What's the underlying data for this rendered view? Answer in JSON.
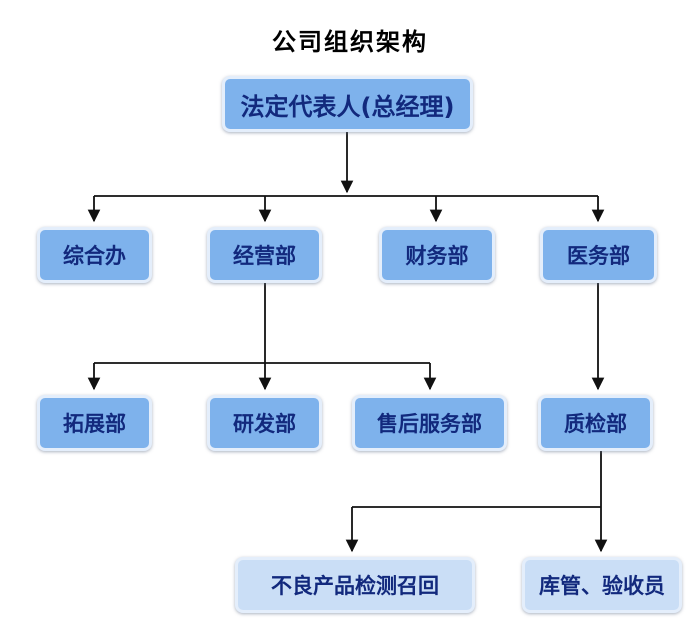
{
  "title": "公司组织架构",
  "colors": {
    "box_fill": "#7eb2ec",
    "box_fill_leaf": "#cadef6",
    "box_border": "#e4eefb",
    "box_text": "#12297d",
    "connector": "#111111",
    "title_text": "#000000",
    "background": "#ffffff"
  },
  "nodes": {
    "ceo": {
      "label": "法定代表人(总经理)"
    },
    "zonghe": {
      "label": "综合办"
    },
    "jingying": {
      "label": "经营部"
    },
    "caiwu": {
      "label": "财务部"
    },
    "yiwu": {
      "label": "医务部"
    },
    "tuozhan": {
      "label": "拓展部"
    },
    "yanfa": {
      "label": "研发部"
    },
    "shouhou": {
      "label": "售后服务部"
    },
    "zhijian": {
      "label": "质检部"
    },
    "buliang": {
      "label": "不良产品检测召回"
    },
    "kuguan": {
      "label": "库管、验收员"
    }
  },
  "edges": [
    {
      "from": "ceo",
      "to": "zonghe"
    },
    {
      "from": "ceo",
      "to": "jingying"
    },
    {
      "from": "ceo",
      "to": "caiwu"
    },
    {
      "from": "ceo",
      "to": "yiwu"
    },
    {
      "from": "jingying",
      "to": "tuozhan"
    },
    {
      "from": "jingying",
      "to": "yanfa"
    },
    {
      "from": "jingying",
      "to": "shouhou"
    },
    {
      "from": "yiwu",
      "to": "zhijian"
    },
    {
      "from": "zhijian",
      "to": "buliang"
    },
    {
      "from": "zhijian",
      "to": "kuguan"
    }
  ]
}
